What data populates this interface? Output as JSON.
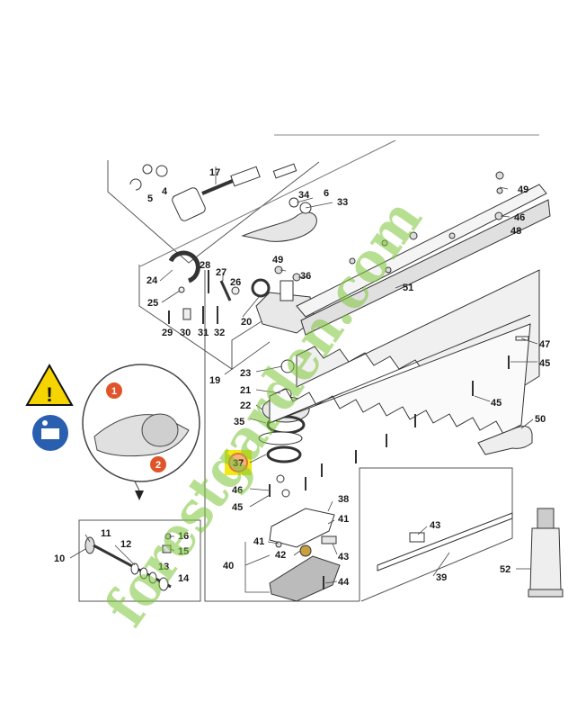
{
  "diagram": {
    "highlight_color": "#f2e81a",
    "highlight_ring": "#e07a30",
    "highlight_part": "37",
    "part_labels": [
      "4",
      "5",
      "6",
      "10",
      "11",
      "12",
      "13",
      "14",
      "15",
      "16",
      "17",
      "19",
      "20",
      "21",
      "22",
      "23",
      "24",
      "25",
      "26",
      "27",
      "28",
      "29",
      "30",
      "31",
      "32",
      "33",
      "34",
      "35",
      "36",
      "38",
      "39",
      "40",
      "41",
      "42",
      "43",
      "44",
      "45",
      "46",
      "47",
      "48",
      "49",
      "50",
      "51",
      "52"
    ],
    "labels": {
      "p4": "4",
      "p5": "5",
      "p17": "17",
      "p34": "34",
      "p6": "6",
      "p33": "33",
      "p49a": "49",
      "p46a": "46",
      "p48": "48",
      "p24": "24",
      "p28": "28",
      "p27": "27",
      "p26": "26",
      "p25": "25",
      "p49b": "49",
      "p36": "36",
      "p51": "51",
      "p29": "29",
      "p30": "30",
      "p31": "31",
      "p32": "32",
      "p20": "20",
      "p47": "47",
      "p45a": "45",
      "p19": "19",
      "p23": "23",
      "p21": "21",
      "p22": "22",
      "p45b": "45",
      "p35": "35",
      "p50": "50",
      "p37": "37",
      "p46b": "46",
      "p45c": "45",
      "p38": "38",
      "p41a": "41",
      "p43a": "43",
      "p11": "11",
      "p16": "16",
      "p12": "12",
      "p15": "15",
      "p10": "10",
      "p13": "13",
      "p14": "14",
      "p41b": "41",
      "p42": "42",
      "p43b": "43",
      "p40": "40",
      "p44": "44",
      "p39": "39",
      "p52": "52"
    },
    "callouts": {
      "one": "1",
      "two": "2"
    },
    "warning_symbol": "!",
    "watermark": {
      "text": "forestgarden.com",
      "green": "#7ec63a",
      "tan": "#b9a98a",
      "red": "#d8342a"
    }
  }
}
